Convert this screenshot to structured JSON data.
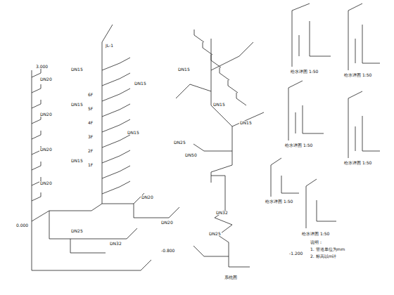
{
  "diagram": {
    "labels": [
      "系统图",
      "JL-1",
      "DN15",
      "DN15",
      "DN15",
      "DN15",
      "DN15",
      "DN15",
      "DN15",
      "DN15",
      "DN20",
      "DN20",
      "DN20",
      "DN20",
      "DN20",
      "DN20",
      "DN25",
      "DN25",
      "DN25",
      "DN32",
      "DN32",
      "DN50",
      "3.000",
      "0.000",
      "-0.800",
      "-1.200",
      "给水详图 1:50",
      "给水详图 1:50",
      "给水详图 1:50",
      "给水详图 1:50",
      "给水详图 1:50",
      "给水详图 1:50",
      "说明：",
      "1. 管道单位为mm",
      "2. 标高以m计",
      "1F",
      "2F",
      "3F",
      "4F",
      "5F",
      "6F"
    ]
  }
}
